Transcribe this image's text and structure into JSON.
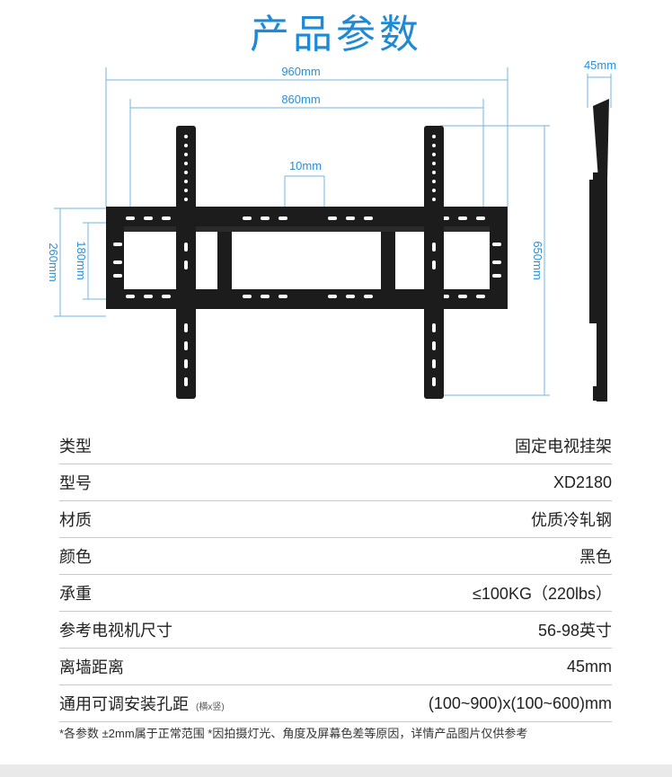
{
  "title": "产品参数",
  "dimensions": {
    "width_total": "960mm",
    "width_holes": "860mm",
    "slot_gap": "10mm",
    "depth": "45mm",
    "height_frame": "260mm",
    "height_holes": "180mm",
    "height_arm": "650mm"
  },
  "specs": [
    {
      "label": "类型",
      "value": "固定电视挂架"
    },
    {
      "label": "型号",
      "value": "XD2180"
    },
    {
      "label": "材质",
      "value": "优质冷轧钢"
    },
    {
      "label": "颜色",
      "value": "黑色"
    },
    {
      "label": "承重",
      "value": "≤100KG（220lbs）"
    },
    {
      "label": "参考电视机尺寸",
      "value": "56-98英寸"
    },
    {
      "label": "离墙距离",
      "value": "45mm"
    },
    {
      "label": "通用可调安装孔距",
      "label_note": "(横x竖)",
      "value": "(100~900)x(100~600)mm"
    }
  ],
  "note": "*各参数 ±2mm属于正常范围  *因拍摄灯光、角度及屏幕色差等原因，详情产品图片仅供参考",
  "colors": {
    "accent": "#1e8ad6",
    "dimension_line": "#2a8fd8",
    "product": "#1c1c1c"
  }
}
